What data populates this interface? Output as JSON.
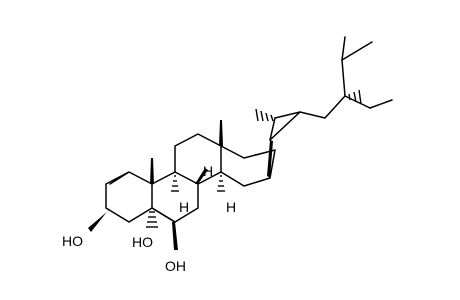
{
  "labels": {
    "oh_c3": "HO",
    "oh_c5": "HO",
    "oh_c6": "OH",
    "h_c9": "H",
    "h_c8": "H",
    "h_c14": "H"
  },
  "colors": {
    "bond": "#000000",
    "background": "#ffffff"
  }
}
